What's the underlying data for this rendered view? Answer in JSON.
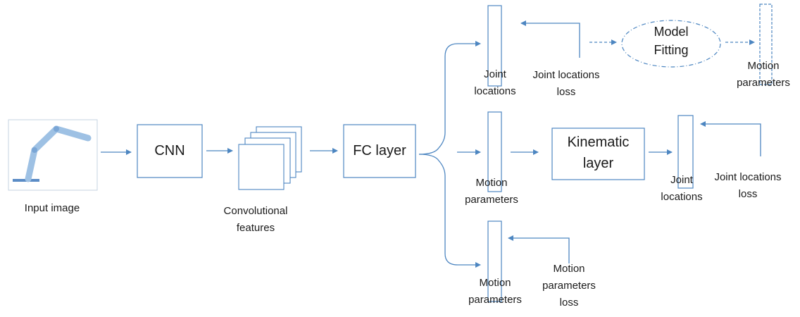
{
  "colors": {
    "line": "#4d86c1",
    "box": "#4d86c1",
    "arm": "#9ec1e4",
    "text": "#1a1a1a"
  },
  "nodes": {
    "input_image": "Input image",
    "cnn": "CNN",
    "conv_features": "Convolutional\nfeatures",
    "fc_layer": "FC layer",
    "kinematic_layer": "Kinematic\nlayer",
    "model_fitting": "Model\nFitting"
  },
  "top_branch": {
    "joint_locations": "Joint\nlocations",
    "joint_locations_loss": "Joint locations\nloss",
    "motion_parameters": "Motion\nparameters"
  },
  "middle_branch": {
    "motion_parameters": "Motion\nparameters",
    "joint_locations": "Joint\nlocations",
    "joint_locations_loss": "Joint locations\nloss"
  },
  "bottom_branch": {
    "motion_parameters": "Motion\nparameters",
    "motion_parameters_loss": "Motion\nparameters\nloss"
  }
}
